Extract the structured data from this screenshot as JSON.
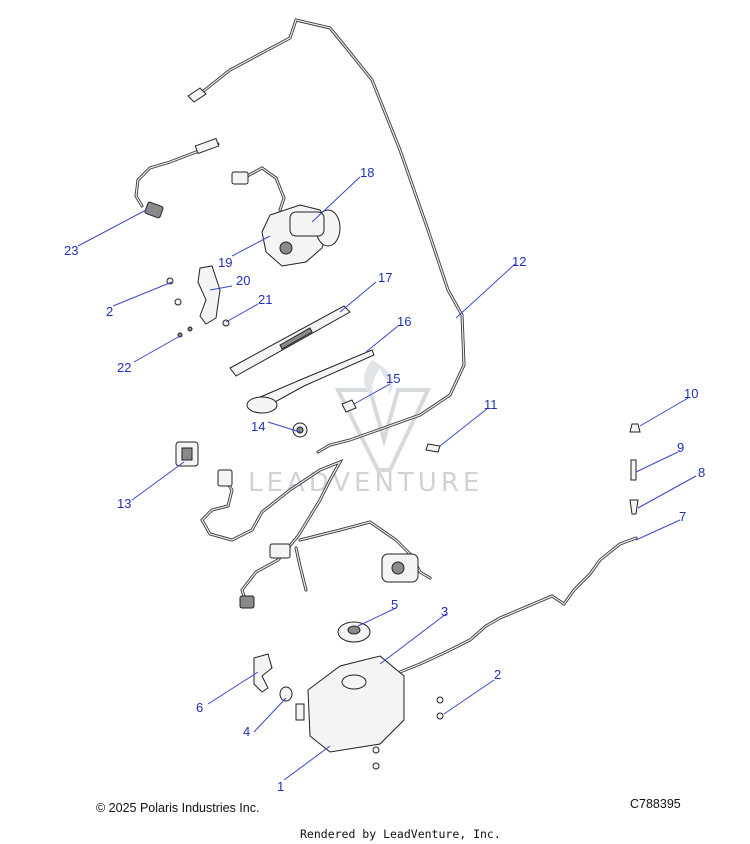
{
  "callouts": [
    {
      "id": "c1",
      "label": "1"
    },
    {
      "id": "c2a",
      "label": "2"
    },
    {
      "id": "c2b",
      "label": "2"
    },
    {
      "id": "c3",
      "label": "3"
    },
    {
      "id": "c4",
      "label": "4"
    },
    {
      "id": "c5",
      "label": "5"
    },
    {
      "id": "c6",
      "label": "6"
    },
    {
      "id": "c7",
      "label": "7"
    },
    {
      "id": "c8",
      "label": "8"
    },
    {
      "id": "c9",
      "label": "9"
    },
    {
      "id": "c10",
      "label": "10"
    },
    {
      "id": "c11",
      "label": "11"
    },
    {
      "id": "c12",
      "label": "12"
    },
    {
      "id": "c13",
      "label": "13"
    },
    {
      "id": "c14",
      "label": "14"
    },
    {
      "id": "c15",
      "label": "15"
    },
    {
      "id": "c16",
      "label": "16"
    },
    {
      "id": "c17",
      "label": "17"
    },
    {
      "id": "c18",
      "label": "18"
    },
    {
      "id": "c19",
      "label": "19"
    },
    {
      "id": "c20",
      "label": "20"
    },
    {
      "id": "c21",
      "label": "21"
    },
    {
      "id": "c22",
      "label": "22"
    },
    {
      "id": "c23",
      "label": "23"
    }
  ],
  "watermark_text": "LEADVENTURE",
  "footer": {
    "copyright": "© 2025 Polaris Industries Inc.",
    "diagram_code": "C788395",
    "rendered_by": "Rendered by LeadVenture, Inc."
  },
  "colors": {
    "callout": "#1f2fb8",
    "line": "#222222",
    "watermark": "#cfd3d7"
  }
}
